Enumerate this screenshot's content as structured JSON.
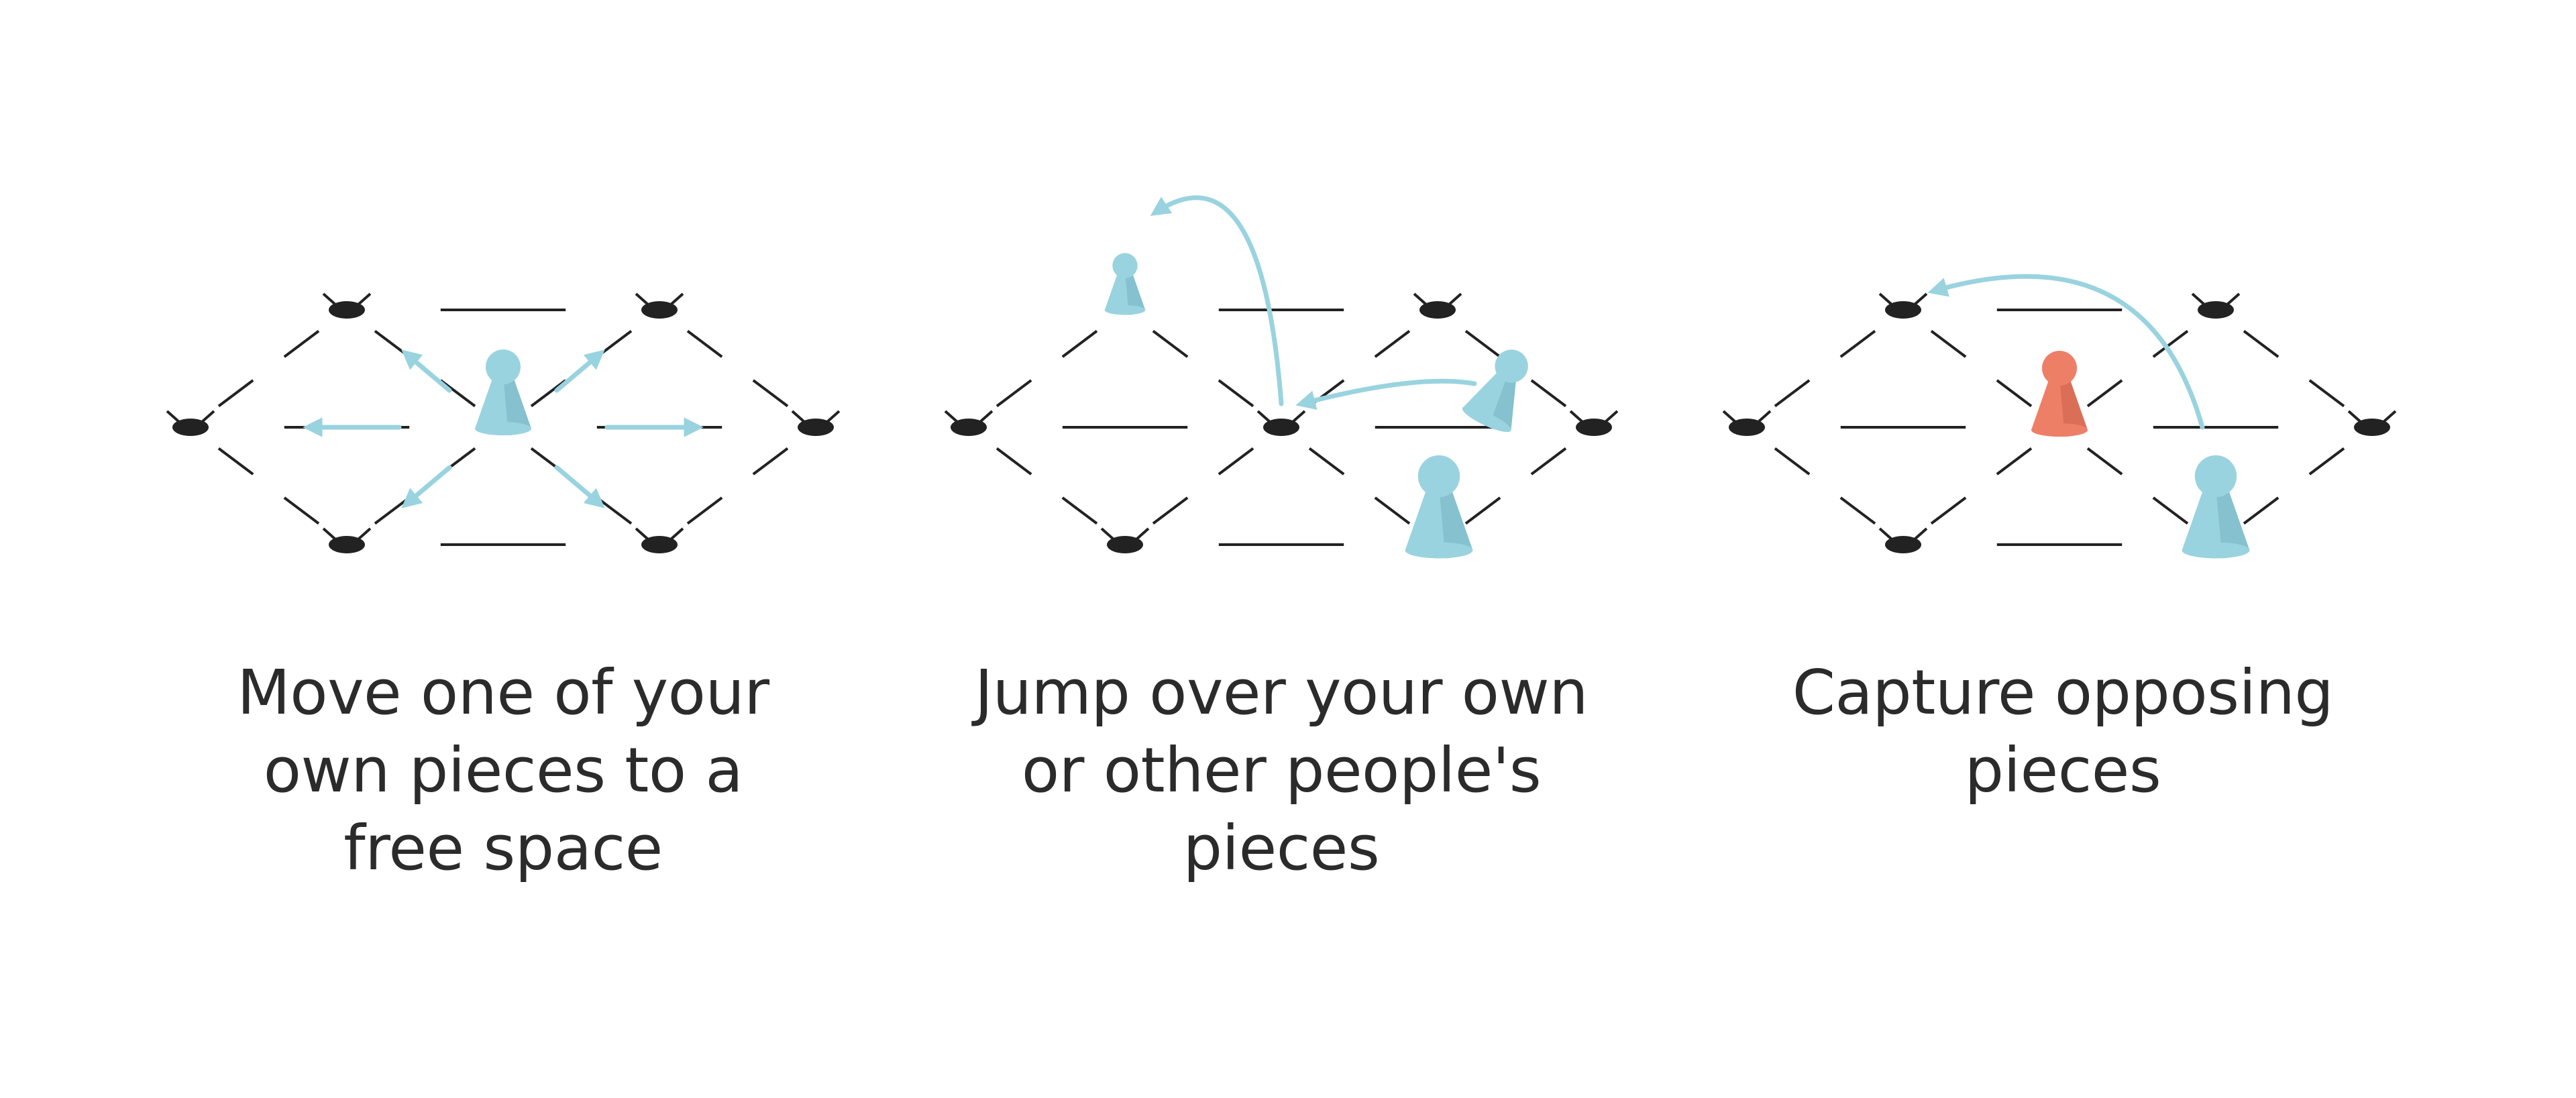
{
  "colors": {
    "board_line": "#222222",
    "node": "#222222",
    "own_piece": "#99D3DF",
    "own_piece_shade": "#7FBDCB",
    "opponent_piece": "#EE7F67",
    "opponent_piece_shade": "#D46A53",
    "arrow": "#99D3DF",
    "caption_text": "#2b2b2b"
  },
  "panels": [
    {
      "id": "move",
      "caption_lines": [
        "Move one of your",
        "own pieces to a",
        "free space"
      ],
      "pieces": [
        {
          "kind": "own",
          "node": [
            0,
            0
          ],
          "size": "medium"
        }
      ],
      "arrows": [
        {
          "from": "center",
          "to": "up-left"
        },
        {
          "from": "center",
          "to": "up-right"
        },
        {
          "from": "center",
          "to": "down-left"
        },
        {
          "from": "center",
          "to": "down-right"
        },
        {
          "from": "center",
          "to": "left"
        },
        {
          "from": "center",
          "to": "right"
        }
      ]
    },
    {
      "id": "jump",
      "caption_lines": [
        "Jump over your own",
        "or other people's",
        "pieces"
      ],
      "pieces": [
        {
          "kind": "own",
          "node": [
            -1,
            -1
          ],
          "size": "small",
          "raised": true
        },
        {
          "kind": "own",
          "node": [
            1,
            0
          ],
          "size": "medium",
          "tilted": true
        },
        {
          "kind": "own",
          "node": [
            1,
            1
          ],
          "size": "large"
        }
      ],
      "arrows": [
        {
          "from": "jumped-piece",
          "to": "center"
        },
        {
          "from": "center",
          "to": "landing"
        }
      ]
    },
    {
      "id": "capture",
      "caption_lines": [
        "Capture opposing",
        "pieces"
      ],
      "pieces": [
        {
          "kind": "opponent",
          "node": [
            0,
            0
          ],
          "size": "medium"
        },
        {
          "kind": "own",
          "node": [
            1,
            1
          ],
          "size": "large"
        }
      ],
      "arrows": [
        {
          "from": "own-piece",
          "to": "up-left-node"
        }
      ]
    }
  ]
}
